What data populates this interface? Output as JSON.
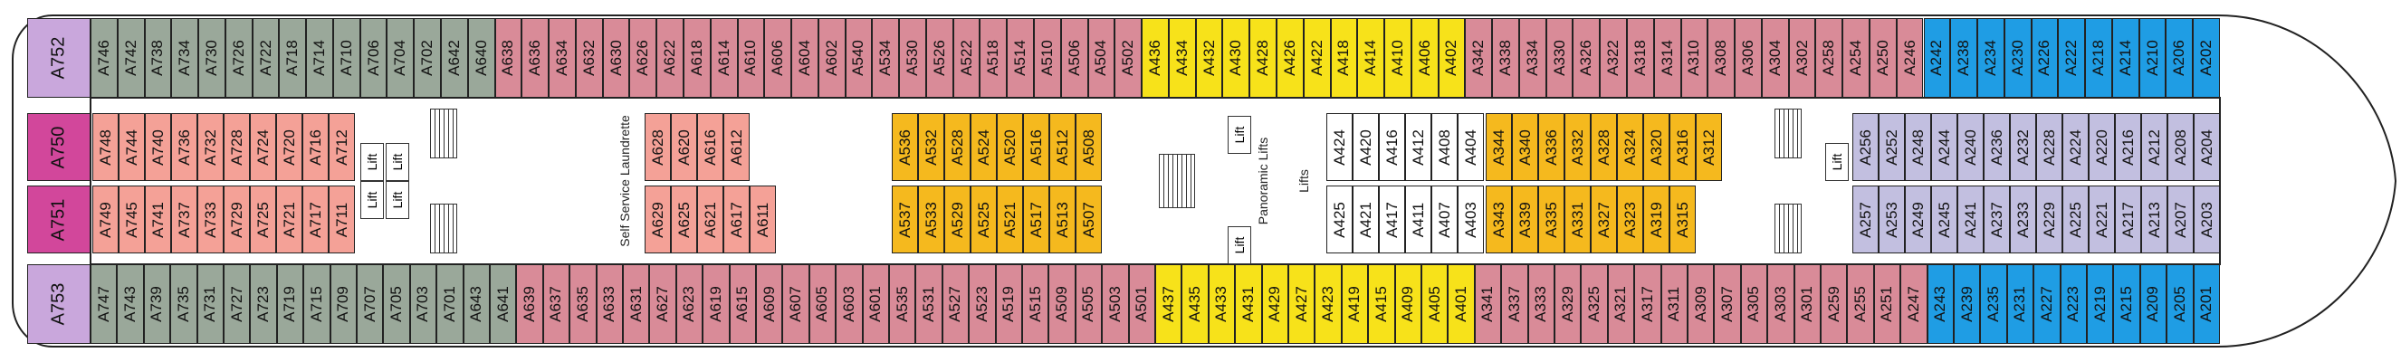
{
  "legend_colors": {
    "gray": "#9aa89a",
    "pink": "#d98b98",
    "salmon": "#f4a197",
    "yellow": "#f7e21a",
    "orange": "#f5b91e",
    "lavender": "#c2bfe0",
    "blue": "#1f9de4",
    "suite_lavender": "#c9a7dc",
    "suite_magenta": "#d2479b"
  },
  "stern_suites": [
    {
      "label": "A752",
      "marker": "■"
    },
    {
      "label": "A750",
      "marker": "▲"
    },
    {
      "label": "A751",
      "marker": "▲"
    },
    {
      "label": "A753",
      "marker": "■"
    }
  ],
  "row_top": [
    "A746",
    "A742",
    "A738",
    "A734",
    "A730",
    "A726",
    "A722",
    "A718",
    "A714",
    "A710",
    "A706",
    "A704",
    "A702",
    "A642",
    "A640",
    "A638",
    "A636",
    "A634",
    "A632",
    "A630",
    "A626",
    "A622",
    "A618",
    "A614",
    "A610",
    "A606",
    "A604",
    "A602",
    "A540",
    "A534",
    "A530",
    "A526",
    "A522",
    "A518",
    "A514",
    "A510",
    "A506",
    "A504",
    "A502",
    "A436",
    "A434",
    "A432",
    "A430",
    "A428",
    "A426",
    "A422",
    "A418",
    "A414",
    "A410",
    "A406",
    "A402",
    "A342",
    "A338",
    "A334",
    "A330",
    "A326",
    "A322",
    "A318",
    "A314",
    "A310",
    "A308",
    "A306",
    "A304",
    "A302",
    "A258",
    "A254",
    "A250",
    "A246",
    "A242",
    "A238",
    "A234",
    "A230",
    "A226",
    "A222",
    "A218",
    "A214",
    "A210",
    "A206",
    "A202"
  ],
  "row_bottom": [
    "A747",
    "A743",
    "A739",
    "A735",
    "A731",
    "A727",
    "A723",
    "A719",
    "A715",
    "A709",
    "A707",
    "A705",
    "A703",
    "A701",
    "A643",
    "A641",
    "A639",
    "A637",
    "A635",
    "A633",
    "A631",
    "A627",
    "A623",
    "A619",
    "A615",
    "A609",
    "A607",
    "A605",
    "A603",
    "A601",
    "A535",
    "A531",
    "A527",
    "A523",
    "A519",
    "A515",
    "A509",
    "A505",
    "A503",
    "A501",
    "A437",
    "A435",
    "A433",
    "A431",
    "A429",
    "A427",
    "A423",
    "A419",
    "A415",
    "A409",
    "A405",
    "A401",
    "A341",
    "A337",
    "A333",
    "A329",
    "A325",
    "A321",
    "A317",
    "A311",
    "A309",
    "A307",
    "A305",
    "A303",
    "A301",
    "A259",
    "A255",
    "A251",
    "A247",
    "A243",
    "A239",
    "A235",
    "A231",
    "A227",
    "A223",
    "A219",
    "A215",
    "A209",
    "A205",
    "A201"
  ],
  "row_inner_top_aft": [
    "A748",
    "A744",
    "A740",
    "A736",
    "A732",
    "A728",
    "A724",
    "A720",
    "A716",
    "A712"
  ],
  "row_inner_bot_aft": [
    "A749",
    "A745",
    "A741",
    "A737",
    "A733",
    "A729",
    "A725",
    "A721",
    "A717",
    "A711"
  ],
  "mid_a6_top": [
    "A628",
    "A620",
    "A616",
    "A612"
  ],
  "mid_a6_bot": [
    "A629",
    "A625",
    "A621",
    "A617",
    "A611"
  ],
  "mid_a5_top": [
    "A536",
    "A532",
    "A528",
    "A524",
    "A520",
    "A516",
    "A512",
    "A508"
  ],
  "mid_a5_bot": [
    "A537",
    "A533",
    "A529",
    "A525",
    "A521",
    "A517",
    "A513",
    "A507"
  ],
  "mid_a4_top": [
    "A424",
    "A420",
    "A416",
    "A412",
    "A408",
    "A404"
  ],
  "mid_a4_bot": [
    "A425",
    "A421",
    "A417",
    "A411",
    "A407",
    "A403"
  ],
  "mid_a3_top": [
    "A344",
    "A340",
    "A336",
    "A332",
    "A328",
    "A324",
    "A320",
    "A316",
    "A312"
  ],
  "mid_a3_bot": [
    "A343",
    "A339",
    "A335",
    "A331",
    "A327",
    "A323",
    "A319",
    "A315"
  ],
  "mid_a2_top": [
    "A256",
    "A252",
    "A248",
    "A244",
    "A240",
    "A236",
    "A232",
    "A228",
    "A224",
    "A220",
    "A216",
    "A212",
    "A208",
    "A204"
  ],
  "mid_a2_bot": [
    "A257",
    "A253",
    "A249",
    "A245",
    "A241",
    "A237",
    "A233",
    "A229",
    "A225",
    "A221",
    "A217",
    "A213",
    "A207",
    "A203"
  ],
  "labels": {
    "lift": "Lift",
    "laundry": "Self Service Laundrette",
    "panoramic": "Panoramic Lifts",
    "lifts": "Lifts"
  }
}
